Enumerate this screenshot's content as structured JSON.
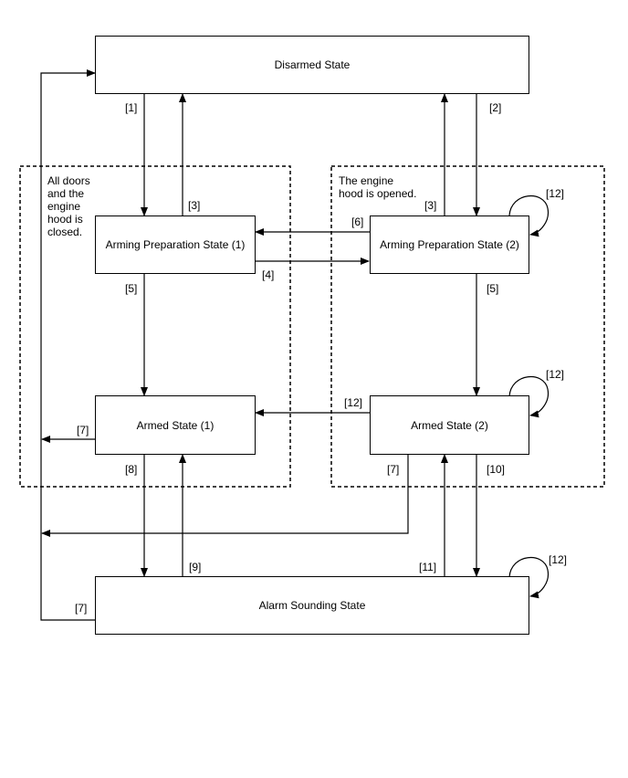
{
  "states": {
    "disarmed": "Disarmed State",
    "arming_prep_1": "Arming Preparation State (1)",
    "arming_prep_2": "Arming Preparation State (2)",
    "armed_1": "Armed State (1)",
    "armed_2": "Armed State (2)",
    "alarm": "Alarm Sounding State"
  },
  "groups": {
    "left_note_lines": [
      "All doors",
      "and the",
      "engine",
      "hood is",
      "closed."
    ],
    "right_note_lines": [
      "The engine",
      "hood is opened."
    ]
  },
  "transitions": {
    "t1": "[1]",
    "t2": "[2]",
    "t3_left": "[3]",
    "t3_right": "[3]",
    "t4": "[4]",
    "t5_left": "[5]",
    "t5_right": "[5]",
    "t6": "[6]",
    "t7_armed1": "[7]",
    "t7_armed2": "[7]",
    "t7_alarm": "[7]",
    "t8": "[8]",
    "t9": "[9]",
    "t10": "[10]",
    "t11": "[11]",
    "t12_prep2": "[12]",
    "t12_armed2_self": "[12]",
    "t12_armed2_to_armed1": "[12]",
    "t12_alarm": "[12]"
  }
}
